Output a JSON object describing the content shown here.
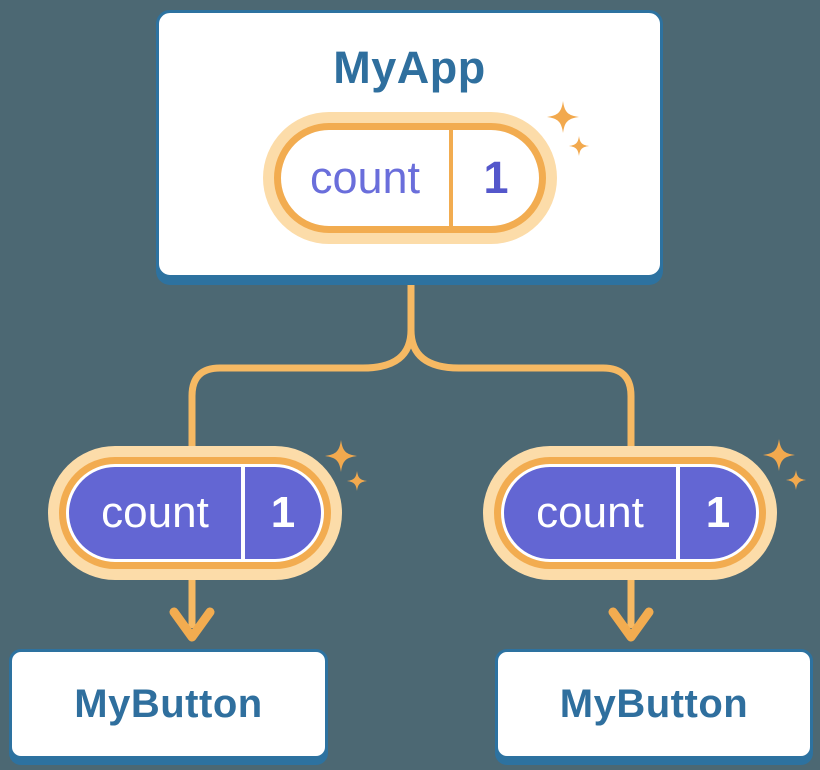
{
  "palette": {
    "background": "#4C6873",
    "card_fill": "#FFFFFF",
    "card_border_blue": "#2D72A0",
    "title_blue": "#2F6F9E",
    "pill_ring_orange": "#F2AC50",
    "pill_halo_peach": "#FCDCA9",
    "connector_orange": "#F6B963",
    "arrow_orange": "#F2AC50",
    "sparkle_orange": "#F2A94E",
    "prop_pill_purple": "#6366D3",
    "state_name_purple": "#6A6EDB",
    "state_value_purple": "#5457CB"
  },
  "root_component": {
    "title": "MyApp",
    "state": {
      "name": "count",
      "value": "1"
    }
  },
  "children": [
    {
      "title": "MyButton",
      "prop": {
        "name": "count",
        "value": "1"
      }
    },
    {
      "title": "MyButton",
      "prop": {
        "name": "count",
        "value": "1"
      }
    }
  ]
}
